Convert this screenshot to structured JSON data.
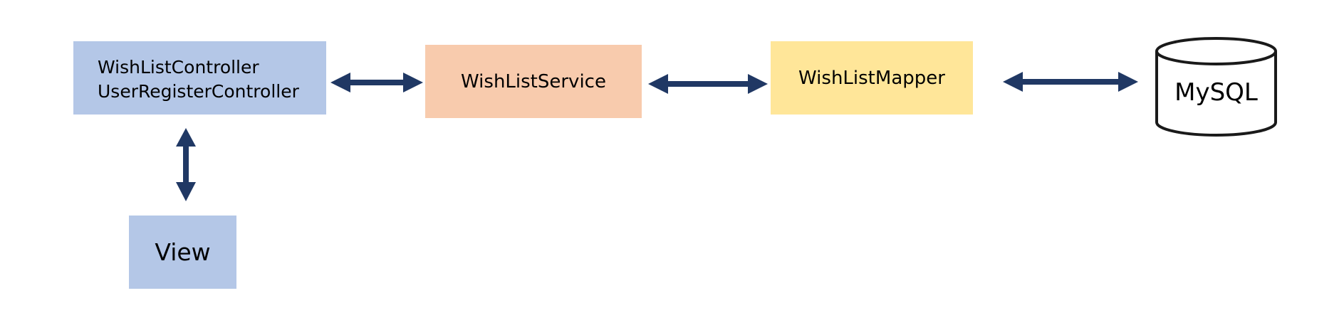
{
  "diagram": {
    "nodes": {
      "controller": {
        "lines": [
          "WishListController",
          "UserRegisterController"
        ],
        "color": "#b4c7e7"
      },
      "service": {
        "label": "WishListService",
        "color": "#f8cbad"
      },
      "mapper": {
        "label": "WishListMapper",
        "color": "#ffe699"
      },
      "view": {
        "label": "View",
        "color": "#b4c7e7"
      },
      "database": {
        "label": "MySQL",
        "stroke": "#1a1a1a"
      }
    },
    "edges": [
      {
        "from": "controller",
        "to": "service",
        "direction": "both"
      },
      {
        "from": "service",
        "to": "mapper",
        "direction": "both"
      },
      {
        "from": "mapper",
        "to": "database",
        "direction": "both"
      },
      {
        "from": "controller",
        "to": "view",
        "direction": "both"
      }
    ],
    "arrow_color": "#203864"
  }
}
